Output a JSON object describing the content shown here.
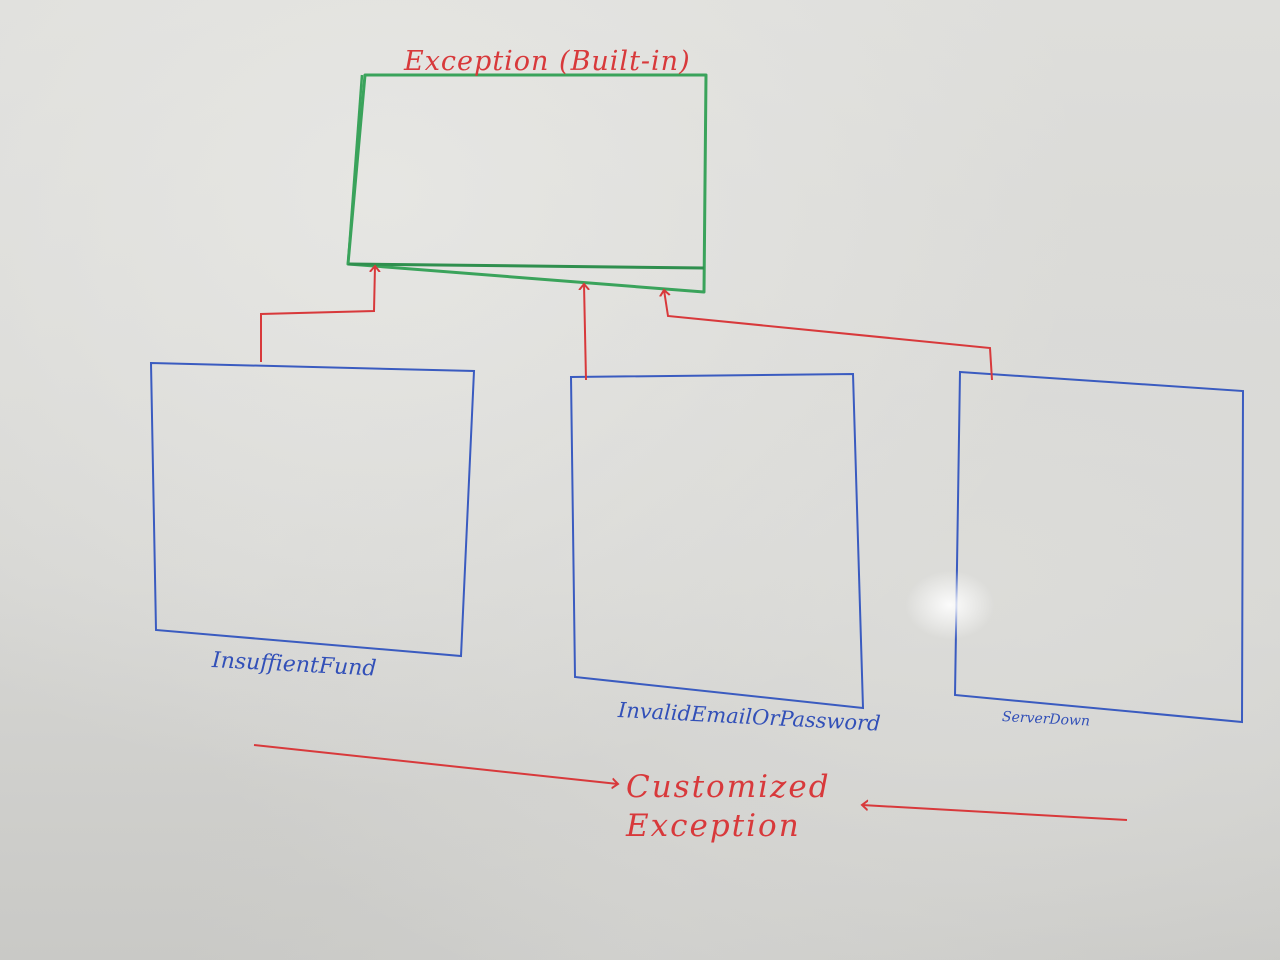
{
  "diagram": {
    "base": {
      "label": "Exception (Built-in)"
    },
    "subclasses": [
      {
        "label": "InsuffientFund"
      },
      {
        "label": "InvalidEmailOrPassword"
      },
      {
        "label": "ServerDown"
      }
    ],
    "annotation": {
      "line1": "Customized",
      "line2": "Exception"
    }
  },
  "colors": {
    "base_box": "#3aa35b",
    "subclass_box": "#3a5bc0",
    "arrow": "#d8393b",
    "red_text": "#d8393b",
    "blue_text": "#3250b8"
  }
}
